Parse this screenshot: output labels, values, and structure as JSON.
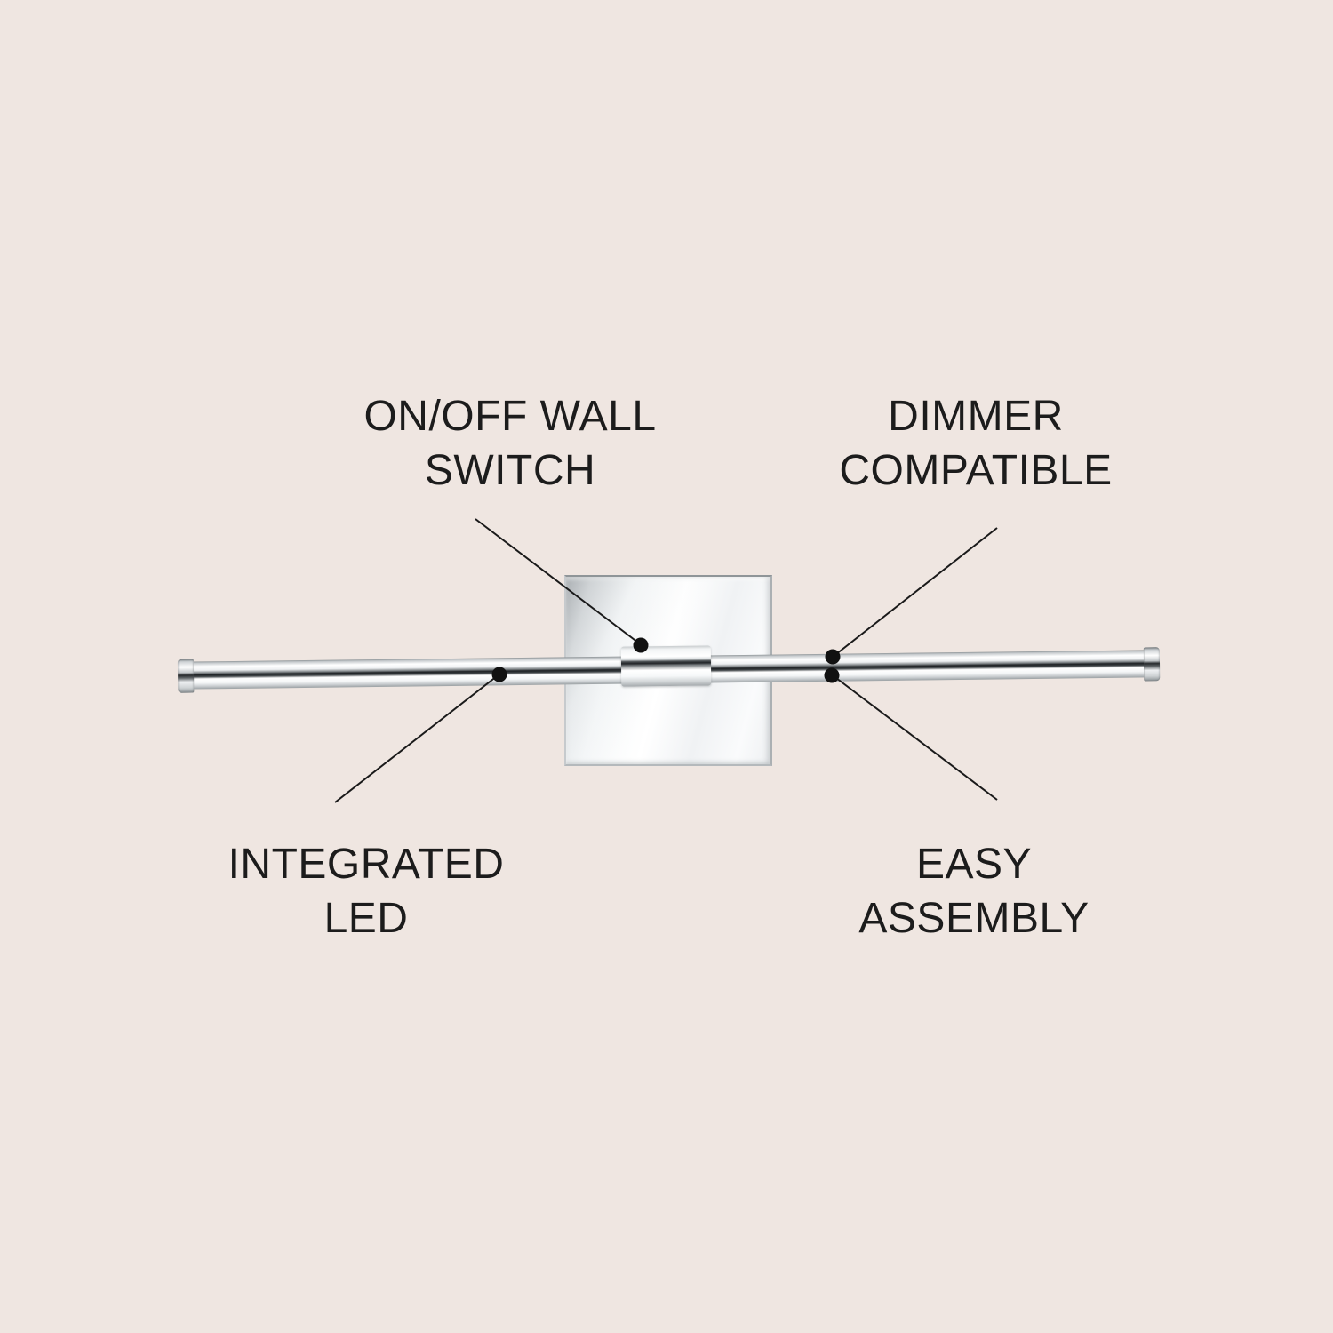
{
  "callouts": {
    "switch": {
      "line1": "ON/OFF WALL",
      "line2": "SWITCH"
    },
    "dimmer": {
      "line1": "DIMMER",
      "line2": "COMPATIBLE"
    },
    "led": {
      "line1": "INTEGRATED",
      "line2": "LED"
    },
    "assembly": {
      "line1": "EASY",
      "line2": "ASSEMBLY"
    }
  },
  "colors": {
    "background": "#efe6e1",
    "label_text": "#1c1c1c",
    "callout_line": "#1a1a1a",
    "callout_dot": "#111111",
    "chrome_highlight": "#ffffff",
    "chrome_shadow": "#1d2023"
  }
}
